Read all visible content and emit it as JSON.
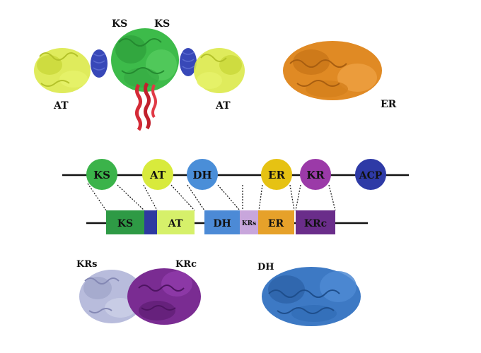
{
  "top_labels": {
    "ks_left": "KS",
    "ks_right": "KS",
    "at_left": "AT",
    "at_right": "AT",
    "er": "ER"
  },
  "domain_circles": [
    {
      "id": "ks",
      "label": "KS",
      "color": "#3bb34a"
    },
    {
      "id": "at",
      "label": "AT",
      "color": "#d8ea3c"
    },
    {
      "id": "dh",
      "label": "DH",
      "color": "#4a8ed8"
    },
    {
      "id": "er",
      "label": "ER",
      "color": "#e6c213"
    },
    {
      "id": "kr",
      "label": "KR",
      "color": "#9b3aa8"
    },
    {
      "id": "acp",
      "label": "ACP",
      "color": "#2e3aa6"
    }
  ],
  "domain_boxes": [
    {
      "id": "ks",
      "label": "KS",
      "color": "#2e9a45"
    },
    {
      "id": "linker",
      "label": "",
      "color": "#2e3aa0"
    },
    {
      "id": "at",
      "label": "AT",
      "color": "#d6f06a"
    },
    {
      "id": "dh",
      "label": "DH",
      "color": "#4c8ad6"
    },
    {
      "id": "krs",
      "label": "KRs",
      "color": "#c8a6dc"
    },
    {
      "id": "er",
      "label": "ER",
      "color": "#e6a12a"
    },
    {
      "id": "krc",
      "label": "KRc",
      "color": "#6a2d8a"
    }
  ],
  "bottom_labels": {
    "krs": "KRs",
    "krc": "KRc",
    "dh": "DH"
  },
  "colors": {
    "ks_green": "#3dbb4a",
    "at_yellow": "#dbe94a",
    "linker_blue": "#3848b8",
    "helix_red": "#d42a36",
    "er_orange": "#e08a24",
    "krs_lavender": "#b8bcdc",
    "krc_purple": "#7a2c92",
    "dh_blue": "#3d79c4"
  }
}
